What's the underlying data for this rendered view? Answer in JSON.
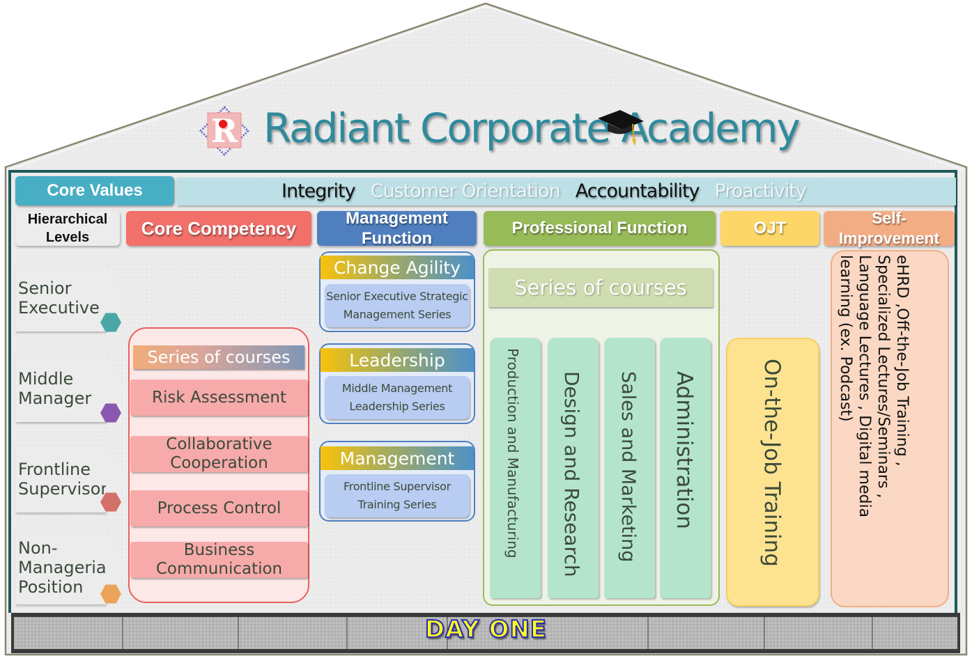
{
  "header": {
    "title": "Radiant Corporate Academy",
    "logo_icon": "radiant-r-logo-icon",
    "cap_icon": "graduation-cap-icon"
  },
  "core_values": {
    "label": "Core Values",
    "values": [
      {
        "text": "Integrity",
        "style": "dark"
      },
      {
        "text": "Customer Orientation",
        "style": "light"
      },
      {
        "text": "Accountability",
        "style": "dark"
      },
      {
        "text": "Proactivity",
        "style": "light"
      }
    ]
  },
  "column_headers": {
    "levels": "Hierarchical Levels",
    "core": "Core Competency",
    "management": "Management Function",
    "professional": "Professional Function",
    "ojt": "OJT",
    "self": "Self-Improvement"
  },
  "levels": [
    {
      "label": "Senior Executive",
      "hex_color": "#4aa7a6"
    },
    {
      "label": "Middle Manager",
      "hex_color": "#8a58b0"
    },
    {
      "label": "Frontline Supervisor",
      "hex_color": "#d4706a"
    },
    {
      "label": "Non-Managerial Position",
      "hex_color": "#eba35a"
    }
  ],
  "core_competency": {
    "series_label": "Series of courses",
    "items": [
      "Risk Assessment",
      "Collaborative Cooperation",
      "Process Control",
      "Business Communication"
    ]
  },
  "management_function": {
    "groups": [
      {
        "title": "Change Agility",
        "desc": "Senior Executive Strategic Management Series"
      },
      {
        "title": "Leadership",
        "desc": "Middle Management Leadership Series"
      },
      {
        "title": "Management",
        "desc": "Frontline Supervisor Training Series"
      }
    ]
  },
  "professional_function": {
    "series_label": "Series of courses",
    "columns": [
      "Production and Manufacturing",
      "Design and Research",
      "Sales and Marketing",
      "Administration"
    ]
  },
  "ojt": {
    "text": "On-the-Job Training"
  },
  "self_improvement": {
    "lines": [
      "eHRD ,Off-the-Job Training ,",
      "Specialized Lectures/Seminars ,",
      "Language Lectures , Digital media",
      "learning (ex. Podcast)"
    ]
  },
  "foundation": {
    "label": "DAY ONE"
  }
}
